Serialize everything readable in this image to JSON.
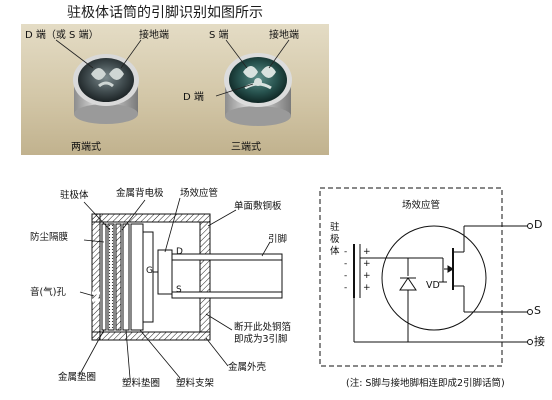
{
  "title": "驻极体话筒的引脚识别如图所示",
  "photo": {
    "left_pin_label": "D 端（或 S 端）",
    "left_ground_label": "接地端",
    "left_caption": "两端式",
    "right_s_label": "S 端",
    "right_ground_label": "接地端",
    "right_d_label": "D 端",
    "right_caption": "三端式"
  },
  "structure": {
    "electret": "驻极体",
    "metal_back_electrode": "金属背电极",
    "fet": "场效应管",
    "pcb": "单面敷铜板",
    "dust_membrane": "防尘隔膜",
    "pins": "引脚",
    "gate": "G",
    "drain": "D",
    "source": "S",
    "sound_hole": "音(气)孔",
    "cut_note_1": "断开此处铜箔",
    "cut_note_2": "即成为3引脚",
    "metal_washer": "金属垫圈",
    "plastic_washer": "塑料垫圈",
    "plastic_support": "塑料支架",
    "metal_shell": "金属外壳"
  },
  "schematic": {
    "fet_label": "场效应管",
    "electret_line1": "驻",
    "electret_line2": "极",
    "electret_line3": "体",
    "vd_label": "VD",
    "terminal_d": "D",
    "terminal_s": "S",
    "terminal_ground": "接",
    "note": "(注: S脚与接地脚相连即成2引脚话筒)"
  }
}
